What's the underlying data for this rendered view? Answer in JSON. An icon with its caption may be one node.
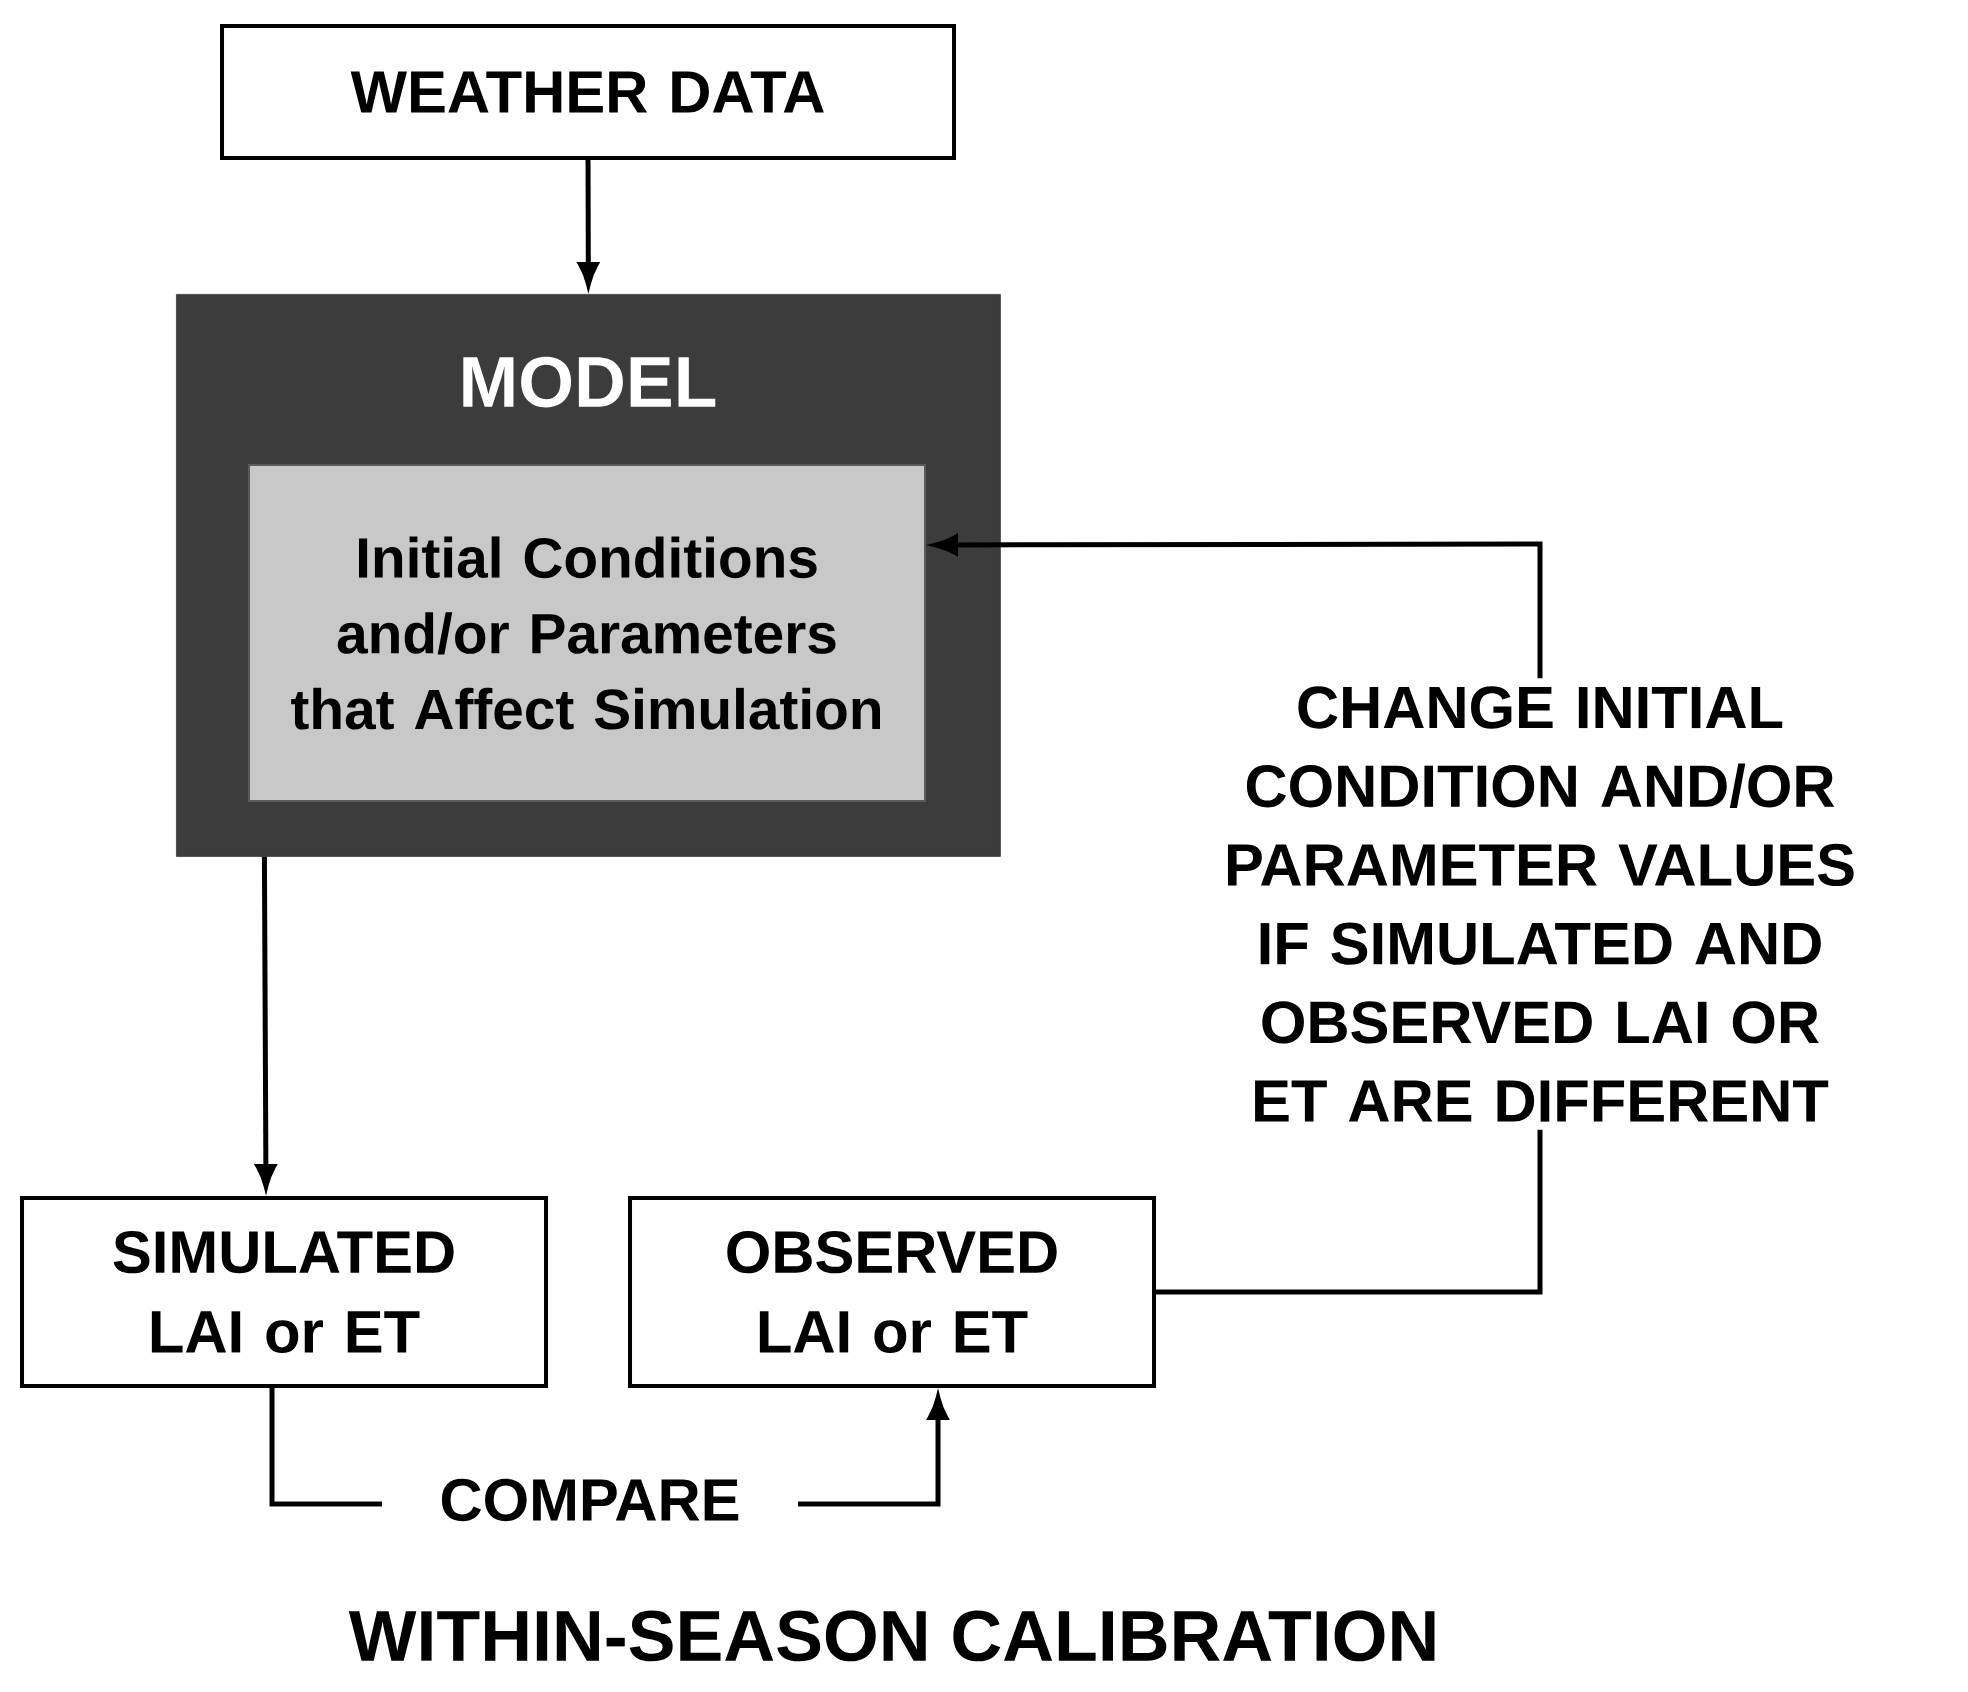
{
  "diagram": {
    "caption": "WITHIN-SEASON CALIBRATION",
    "nodes": [
      {
        "text": [
          "WEATHER DATA"
        ]
      },
      {
        "text": [
          "MODEL"
        ]
      },
      {
        "text": [
          "Initial Conditions and/or Parameters that Affect Simulation"
        ],
        "in": 1
      },
      {
        "text": [
          "SIMULATED LAI or ET"
        ]
      },
      {
        "text": [
          "OBSERVED LAI or ET"
        ]
      }
    ],
    "edges": [
      {
        "from": 0,
        "to": 1,
        "arrow": "to"
      },
      {
        "from": 1,
        "to": 3,
        "arrow": "to"
      },
      {
        "from": 3,
        "to": 4,
        "arrow": "to",
        "label": "COMPARE"
      },
      {
        "from": 4,
        "to": 2,
        "arrow": "to",
        "label": "CHANGE INITIAL CONDITION AND/OR PARAMETER VALUES IF SIMULATED AND OBSERVED LAI OR ET ARE DIFFERENT"
      }
    ]
  }
}
